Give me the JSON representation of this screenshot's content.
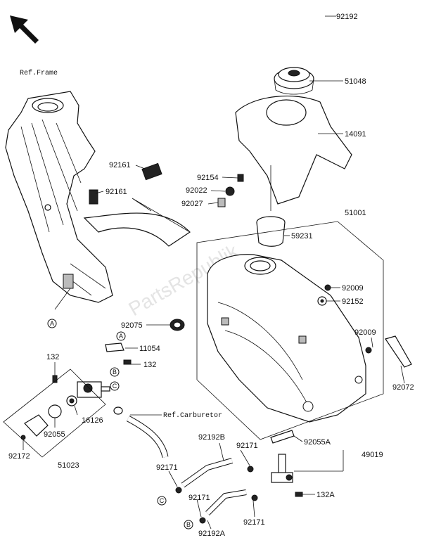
{
  "labels": {
    "ref_frame": "Ref.Frame",
    "ref_carburetor": "Ref.Carburetor",
    "watermark": "PartsRepublik",
    "p92192": "92192",
    "p51048": "51048",
    "p14091": "14091",
    "p92161a": "92161",
    "p92161b": "92161",
    "p92154": "92154",
    "p92022": "92022",
    "p92027": "92027",
    "p51001": "51001",
    "p59231": "59231",
    "p92009a": "92009",
    "p92152": "92152",
    "p92075": "92075",
    "p92009b": "92009",
    "p92072": "92072",
    "p11054": "11054",
    "p132a": "132",
    "p132b": "132",
    "p16126": "16126",
    "p92055": "92055",
    "p92172": "92172",
    "p51023": "51023",
    "p92055A": "92055A",
    "p49019": "49019",
    "p92192B": "92192B",
    "p92171a": "92171",
    "p92171b": "92171",
    "p92171c": "92171",
    "p92171d": "92171",
    "p92192A": "92192A",
    "p132A": "132A"
  },
  "callouts": {
    "A1": "A",
    "A2": "A",
    "B1": "B",
    "B2": "B",
    "C1": "C",
    "C2": "C"
  }
}
